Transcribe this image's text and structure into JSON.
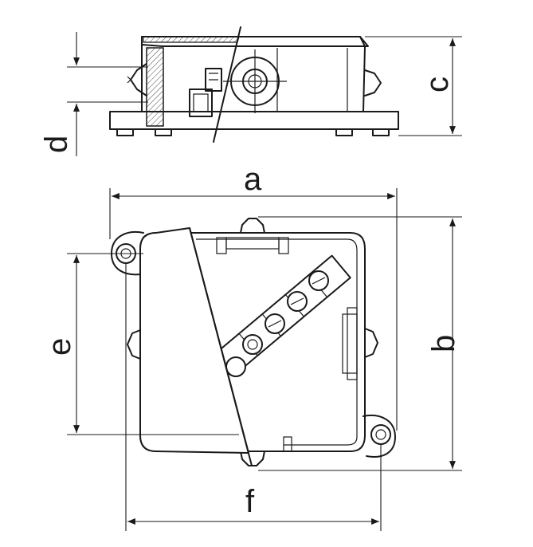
{
  "dimensions": {
    "a": "a",
    "b": "b",
    "c": "c",
    "d": "d",
    "e": "e",
    "f": "f"
  }
}
